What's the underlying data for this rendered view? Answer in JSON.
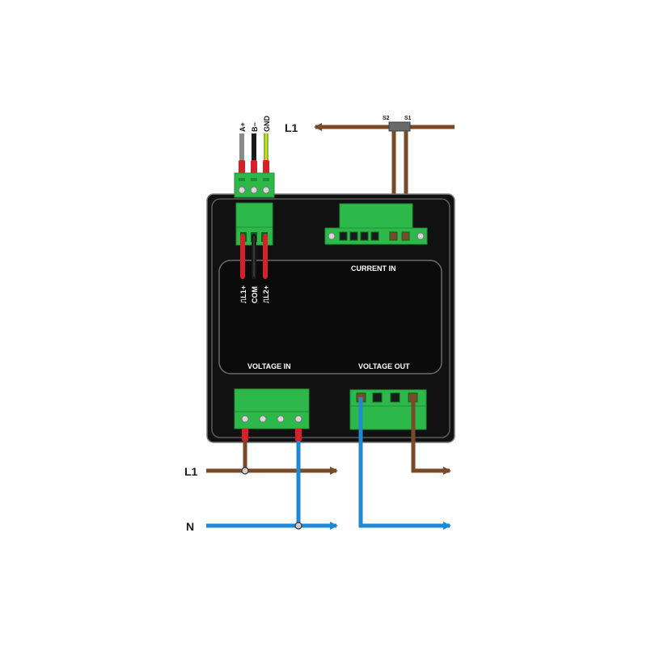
{
  "labels": {
    "top_l1": "L1",
    "s2": "S2",
    "s1": "S1",
    "a_plus": "A+",
    "b_minus": "B−",
    "gnd": "GND",
    "current_in": "CURRENT IN",
    "voltage_in": "VOLTAGE IN",
    "voltage_out": "VOLTAGE OUT",
    "l1_plus": "L1+",
    "com": "COM",
    "l2_plus": "L2+",
    "bottom_l1": "L1",
    "bottom_n": "N"
  },
  "colors": {
    "device_body": "#111111",
    "device_border": "#5c5c5c",
    "terminal_green": "#2db84a",
    "terminal_green_dark": "#1f8f37",
    "wire_brown": "#7a4a28",
    "wire_blue": "#1e8ad6",
    "wire_red": "#d8202a",
    "wire_black": "#1a1a1a",
    "wire_gray": "#8a8a8a",
    "wire_gnd_green": "#7cc242",
    "wire_gnd_yellow": "#e6d21e"
  }
}
